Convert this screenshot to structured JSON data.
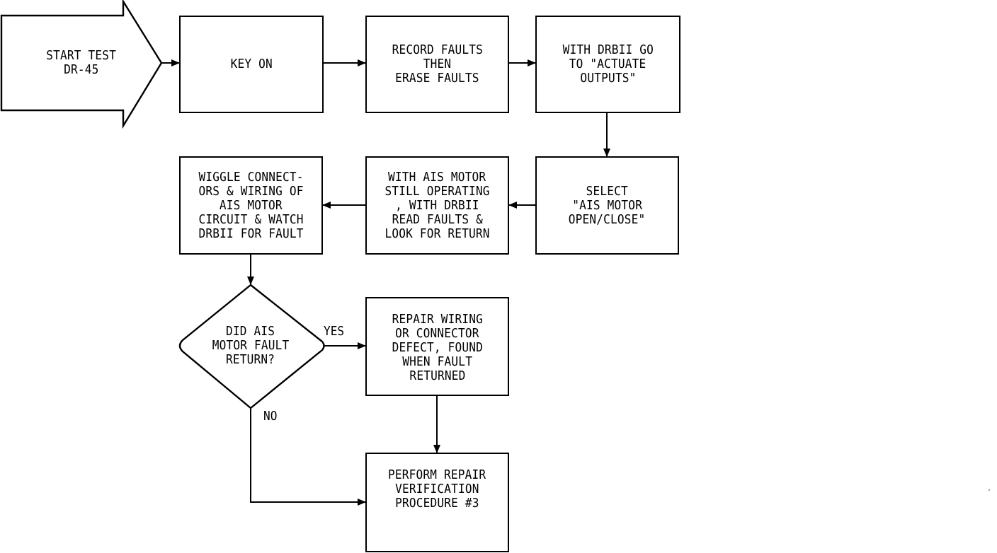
{
  "nodes": {
    "start": [
      "START TEST",
      "DR-45"
    ],
    "key_on": [
      "KEY ON"
    ],
    "record_faults": [
      "RECORD FAULTS",
      "THEN",
      "ERASE FAULTS"
    ],
    "actuate_outputs": [
      "WITH DRBII GO",
      "TO \"ACTUATE",
      "OUTPUTS\""
    ],
    "select_motor": [
      "SELECT",
      "\"AIS MOTOR",
      "OPEN/CLOSE\""
    ],
    "read_faults": [
      "WITH AIS MOTOR",
      "STILL OPERATING",
      ", WITH DRBII",
      "READ FAULTS &",
      "LOOK FOR RETURN"
    ],
    "wiggle": [
      "WIGGLE CONNECT-",
      "ORS & WIRING OF",
      "AIS MOTOR",
      "CIRCUIT & WATCH",
      "DRBII FOR FAULT"
    ],
    "decision": [
      "DID AIS",
      "MOTOR FAULT",
      "RETURN?"
    ],
    "repair": [
      "REPAIR WIRING",
      "OR CONNECTOR",
      "DEFECT, FOUND",
      "WHEN FAULT",
      "RETURNED"
    ],
    "verify": [
      "PERFORM REPAIR",
      "VERIFICATION",
      "PROCEDURE #3"
    ]
  },
  "edge_labels": {
    "yes": "YES",
    "no": "NO"
  },
  "colors": {
    "stroke": "#000000",
    "background": "#ffffff"
  }
}
